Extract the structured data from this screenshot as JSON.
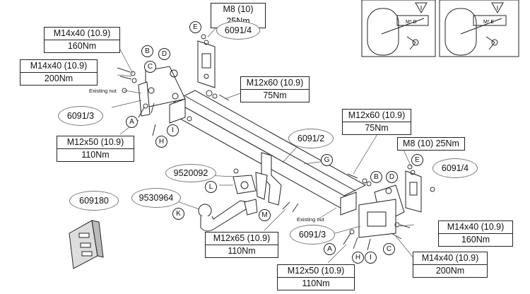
{
  "specs": {
    "m8_top": [
      "M8 (10) 25Nm"
    ],
    "m14_160_left": [
      "M14x40 (10.9)",
      "160Nm"
    ],
    "m14_200_left": [
      "M14x40 (10.9)",
      "200Nm"
    ],
    "m12_60_mid": [
      "M12x60 (10.9)",
      "75Nm"
    ],
    "m12_50_left": [
      "M12x50 (10.9)",
      "110Nm"
    ],
    "m12_60_right": [
      "M12x60 (10.9)",
      "75Nm"
    ],
    "m8_right": [
      "M8 (10) 25Nm"
    ],
    "m14_160_right": [
      "M14x40 (10.9)",
      "160Nm"
    ],
    "m14_200_right": [
      "M14x40 (10.9)",
      "200Nm"
    ],
    "m12_65": [
      "M12x65 (10.9)",
      "110Nm"
    ],
    "m12_50_bottom": [
      "M12x50 (10.9)",
      "110Nm"
    ]
  },
  "parts": {
    "p6091_4_top": "6091/4",
    "p6091_3_left": "6091/3",
    "p6091_2": "6091/2",
    "p6091_4_right": "6091/4",
    "p9520092": "9520092",
    "p9530964": "9530964",
    "p609180": "609180",
    "p6091_3_right": "6091/3"
  },
  "notes": {
    "existing_nut_left": "Existing nut",
    "existing_nut_right": "Existing nut"
  },
  "letters": {
    "top_e": "E",
    "left_b": "B",
    "left_d": "D",
    "left_c": "C",
    "left_a": "A",
    "left_i": "I",
    "left_h": "H",
    "g": "G",
    "r_b": "B",
    "r_d": "D",
    "r_e": "E",
    "l": "L",
    "k": "K",
    "m": "M",
    "r_a": "A",
    "r_h": "H",
    "r_i": "I",
    "r_c": "C"
  },
  "panels": {
    "left_code": "M* D",
    "right_code": "M* E"
  }
}
